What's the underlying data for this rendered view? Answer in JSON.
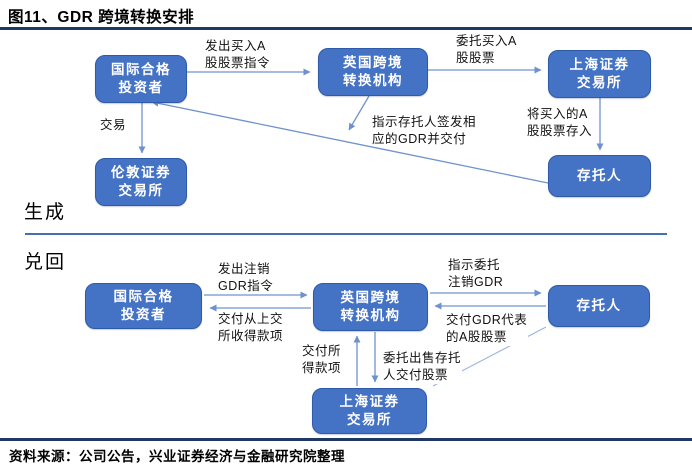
{
  "title": "图11、GDR 跨境转换安排",
  "sections": {
    "generation": "生成",
    "redemption": "兑回"
  },
  "colors": {
    "box_fill": "#4472C4",
    "box_border": "#2E5AA8",
    "arrow": "#6F92CC",
    "rule": "#1F3864"
  },
  "top": {
    "boxes": {
      "investor": "国际合格\n投资者",
      "uk_converter": "英国跨境\n转换机构",
      "shanghai_exchange": "上海证券\n交易所",
      "depositary": "存托人",
      "london_exchange": "伦敦证券\n交易所"
    },
    "labels": {
      "issue_buy_order": "发出买入A\n股股票指令",
      "entrust_buy": "委托买入A\n股股票",
      "deposit_bought_shares": "将买入的A\n股股票存入",
      "instruct_sign_gdr": "指示存托人签发相\n应的GDR并交付",
      "trade": "交易"
    }
  },
  "bottom": {
    "boxes": {
      "investor": "国际合格\n投资者",
      "uk_converter": "英国跨境\n转换机构",
      "depositary": "存托人",
      "shanghai_exchange": "上海证券\n交易所"
    },
    "labels": {
      "issue_cancel_order": "发出注销\nGDR指令",
      "pay_proceeds_to_investor": "交付从上交\n所收得款项",
      "instruct_cancel_gdr": "指示委托\n注销GDR",
      "deliver_gdr_shares": "交付GDR代表\n的A股股票",
      "pay_proceeds": "交付所\n得款项",
      "entrust_sell": "委托出售存托\n人交付股票"
    }
  },
  "footer": {
    "source": "资料来源：公司公告，兴业证券经济与金融研究院整理"
  }
}
